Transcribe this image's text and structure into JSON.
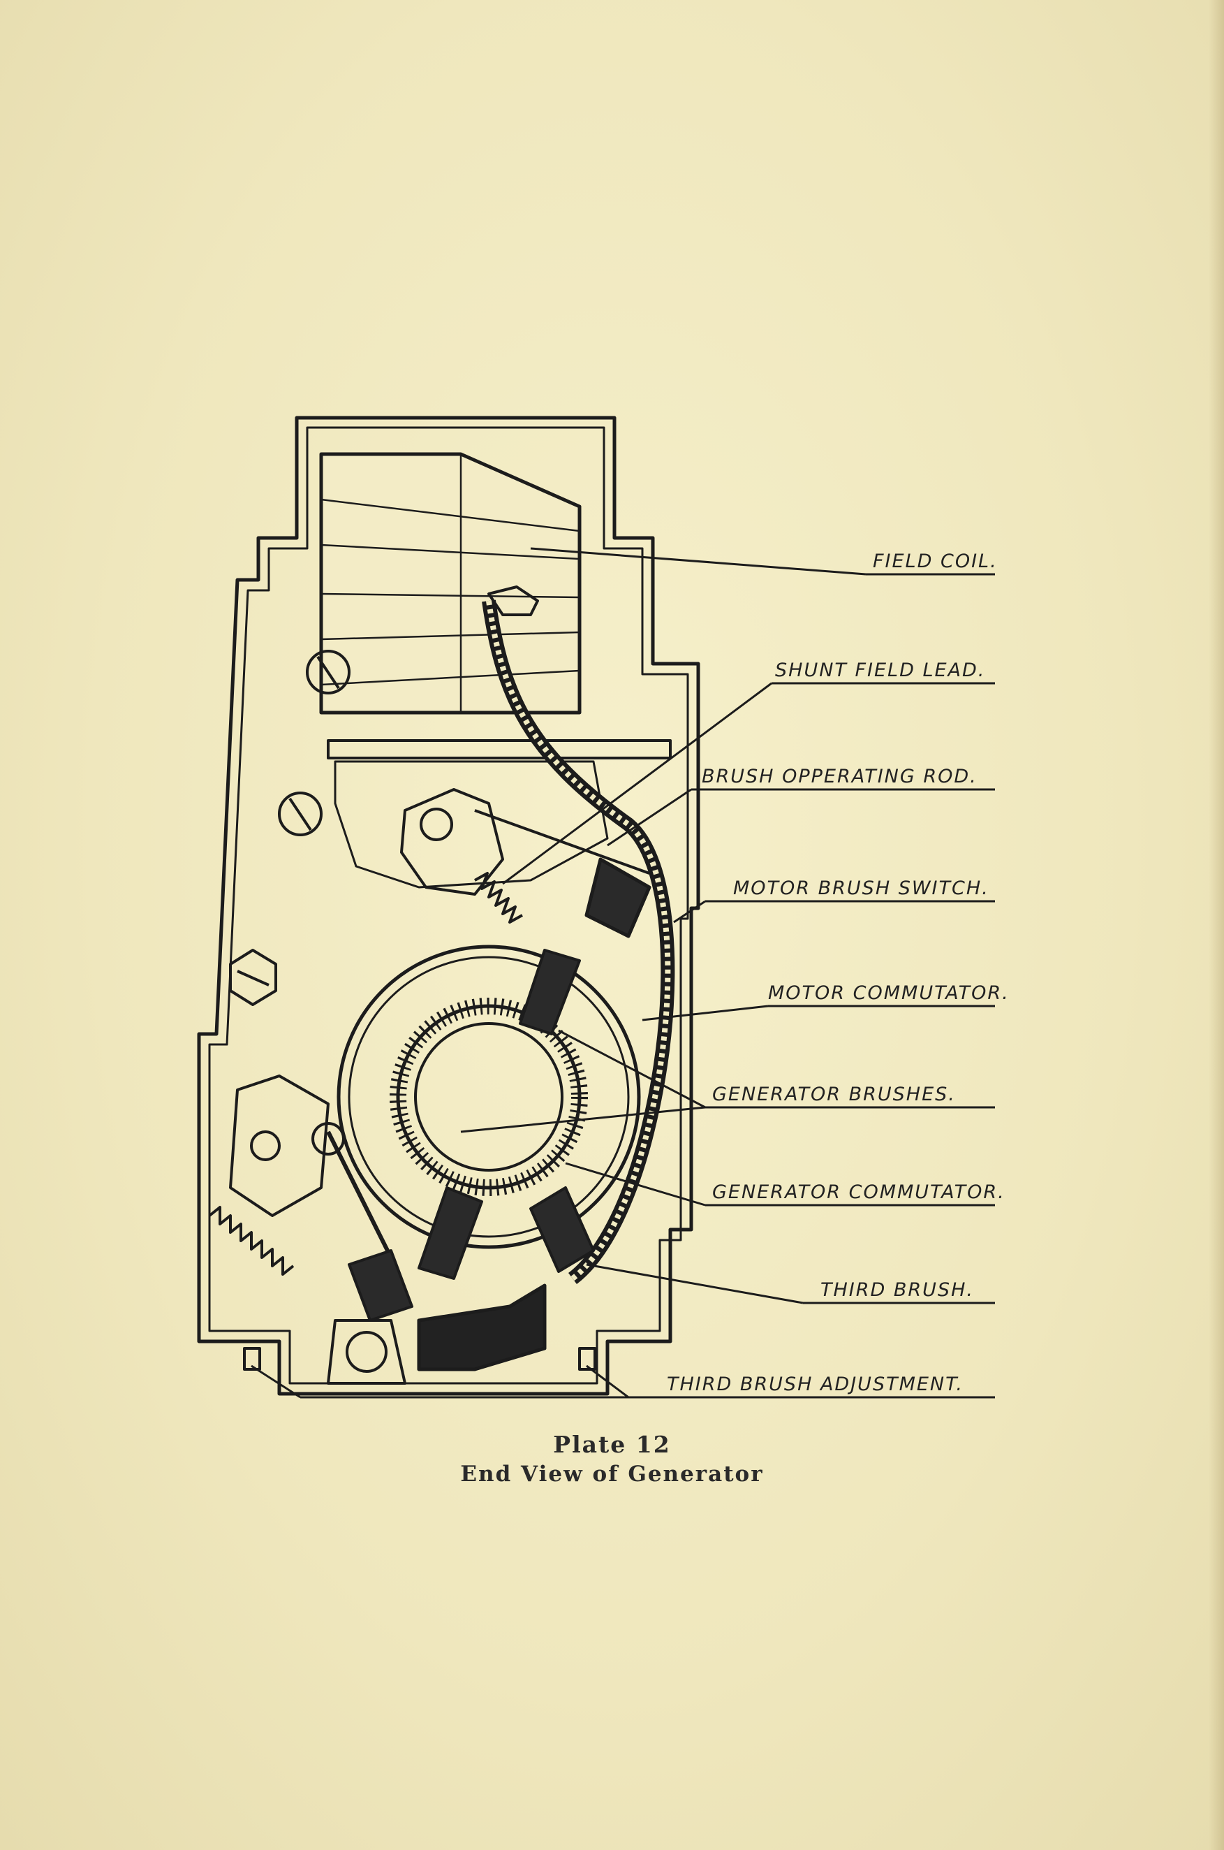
{
  "plate": {
    "number_text": "Plate 12",
    "title": "End View of Generator"
  },
  "labels": {
    "field_coil": "FIELD COIL.",
    "shunt_field_lead": "SHUNT FIELD LEAD.",
    "brush_operating_rod": "BRUSH OPPERATING ROD.",
    "motor_brush_switch": "MOTOR BRUSH SWITCH.",
    "motor_commutator": "MOTOR COMMUTATOR.",
    "generator_brushes": "GENERATOR   BRUSHES.",
    "generator_commutator": "GENERATOR  COMMUTATOR.",
    "third_brush": "THIRD  BRUSH.",
    "third_brush_adjustment": "THIRD  BRUSH  ADJUSTMENT."
  },
  "colors": {
    "paper": "#f1ebc2",
    "ink": "#1c1c1c"
  }
}
